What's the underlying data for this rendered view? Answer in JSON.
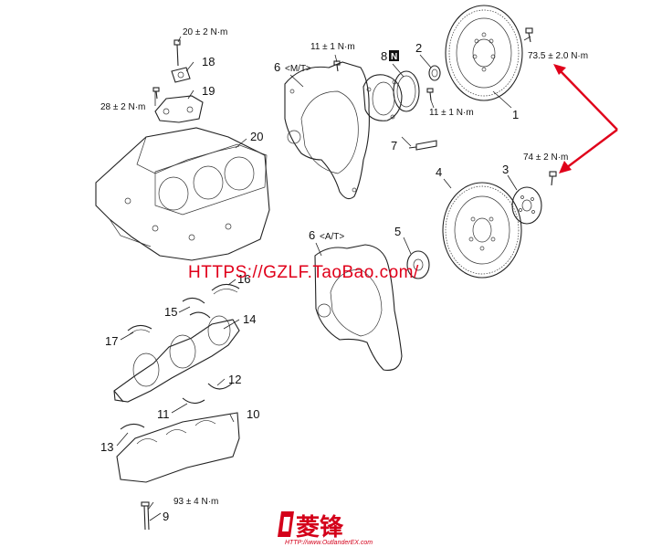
{
  "callouts": {
    "c1": "1",
    "c2": "2",
    "c3": "3",
    "c4": "4",
    "c5": "5",
    "c6mt_num": "6",
    "c6mt_tag": "<M/T>",
    "c6at_num": "6",
    "c6at_tag": "<A/T>",
    "c7": "7",
    "c8": "8",
    "c8_badge": "N",
    "c9": "9",
    "c10": "10",
    "c11": "11",
    "c12": "12",
    "c13": "13",
    "c14": "14",
    "c15": "15",
    "c16": "16",
    "c17": "17",
    "c18": "18",
    "c19": "19",
    "c20": "20"
  },
  "torques": {
    "t_top_bolt": "20 ± 2 N·m",
    "t_bracket": "28 ± 2 N·m",
    "t_plate_mt": "11 ± 1 N·m",
    "t_seal_case": "11 ± 1 N·m",
    "t_flywheel": "73.5 ± 2.0 N·m",
    "t_driveplate": "74 ± 2 N·m",
    "t_cap_bolt": "93 ± 4 N·m"
  },
  "watermark": "HTTPS://GZLF.TaoBao.com/",
  "logo": {
    "text": "菱锋",
    "url": "HTTP://www.OutlanderEX.com"
  },
  "colors": {
    "arrow": "#e0001a",
    "watermark": "#e0001a",
    "logo": "#d4001a"
  }
}
